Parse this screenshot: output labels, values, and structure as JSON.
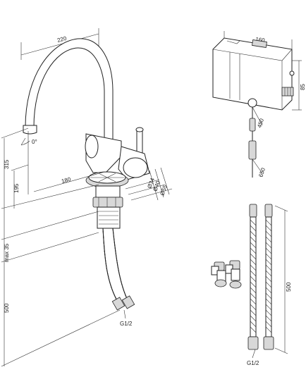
{
  "colors": {
    "line": "#222222",
    "shade": "#d8d8d8",
    "background": "#ffffff"
  },
  "faucet": {
    "dim_width": "220",
    "dim_angle": "0°",
    "dim_height_total": "315",
    "dim_height_spout": "195",
    "dim_reach": "180",
    "dim_d34": "Ø34",
    "dim_d40": "Ø40",
    "dim_d55": "Ø55",
    "dim_max35": "max 35",
    "dim_hose": "500",
    "thread": "G1/2"
  },
  "control_box": {
    "dim_width": "160",
    "dim_height": "85",
    "dim_cable1": "450",
    "dim_cable2": "650"
  },
  "hoses": {
    "dim_length": "500",
    "thread": "G1/2"
  }
}
